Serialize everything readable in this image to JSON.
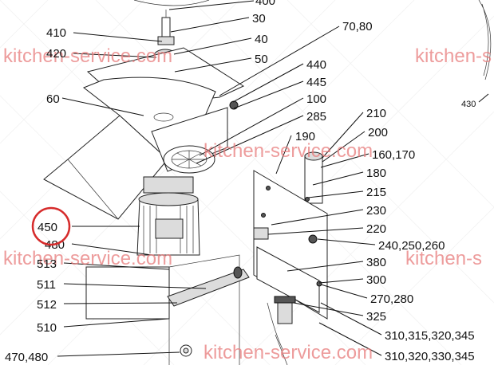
{
  "callouts": {
    "c400": "400",
    "c30": "30",
    "c410": "410",
    "c40": "40",
    "c420": "420",
    "c50": "50",
    "c70_80": "70,80",
    "c440": "440",
    "c445": "445",
    "c60": "60",
    "c100": "100",
    "c285": "285",
    "c210": "210",
    "c190": "190",
    "c200": "200",
    "c160_170": "160,170",
    "c180": "180",
    "c215": "215",
    "c230": "230",
    "c450": "450",
    "c220": "220",
    "c480": "480",
    "c240_250_260": "240,250,260",
    "c513": "513",
    "c380": "380",
    "c300": "300",
    "c511": "511",
    "c270_280": "270,280",
    "c512": "512",
    "c325": "325",
    "c510": "510",
    "c310_315_320_345": "310,315,320,345",
    "c470_480": "470,480",
    "c310_320_330_345": "310,320,330,345",
    "c430": "430"
  },
  "watermark": {
    "text": "kitchen-service.com",
    "text_cropped": "kitchen-s",
    "color": "#e87b7b"
  },
  "highlight": {
    "target": "450",
    "color": "#d62b2b"
  }
}
